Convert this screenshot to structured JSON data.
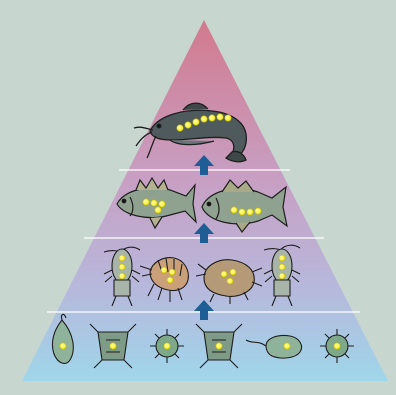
{
  "diagram": {
    "type": "food-pyramid",
    "colors": {
      "background": "#c7d6cf",
      "apex": "#d27a8e",
      "base": "#9fd6ea",
      "arrow": "#1f5e94",
      "toxin_dot": "#f2ee2a",
      "organism_outline": "#1e1e1e"
    },
    "levels": [
      {
        "id": "tier-4",
        "organisms": [
          "catfish-icon"
        ],
        "toxin_dots": 7
      },
      {
        "id": "tier-3",
        "organisms": [
          "perch-icon",
          "carp-icon"
        ],
        "toxin_dots": 4
      },
      {
        "id": "tier-2",
        "organisms": [
          "copepod-icon",
          "amphipod-icon",
          "ostracod-icon",
          "copepod-icon"
        ],
        "toxin_dots": 3
      },
      {
        "id": "tier-1",
        "organisms": [
          "euglena-icon",
          "square-diatom-icon",
          "radiolarian-icon",
          "square-diatom-icon",
          "flagellate-icon",
          "radiolarian-icon"
        ],
        "toxin_dots": 1
      }
    ],
    "arrows": [
      "arrow-up-icon",
      "arrow-up-icon",
      "arrow-up-icon"
    ]
  }
}
